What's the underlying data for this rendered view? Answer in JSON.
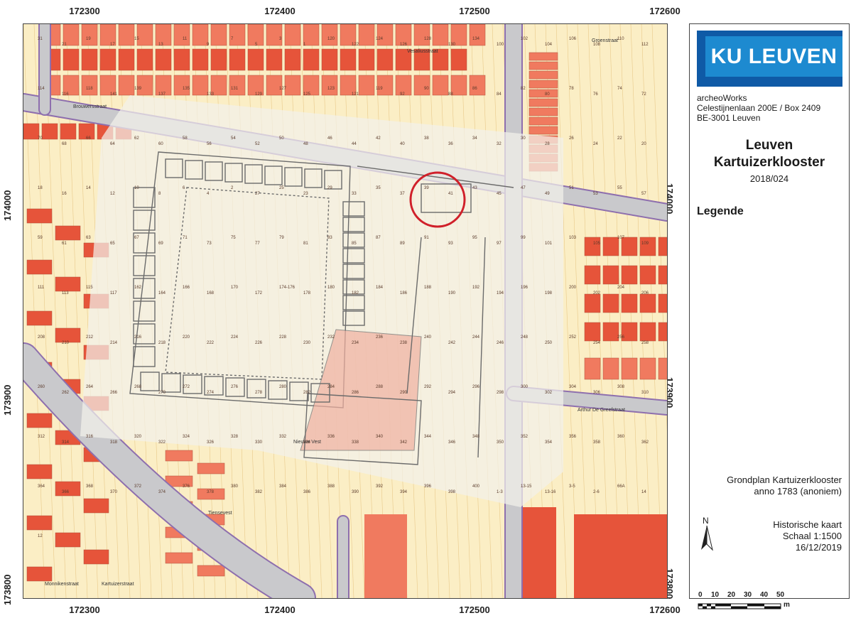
{
  "map": {
    "x_ticks": [
      "172300",
      "172400",
      "172500",
      "172600"
    ],
    "y_ticks": [
      "174000",
      "173900",
      "173800"
    ],
    "colors": {
      "parcel_bg": "#fbeec5",
      "building": "#f07a5f",
      "building_dark": "#e6543a",
      "road": "#c9c9cc",
      "road_edge": "#8e6fae",
      "overlay": "#f3f1ea",
      "plan_line": "#6b6b6b",
      "highlight_circle": "#d0202a"
    },
    "street_labels": [
      "Vesaliusstraat",
      "Brouwersstraat",
      "Groenstraat",
      "Kartuizerstraat",
      "Monnikenstraat",
      "Nieuwe Vest",
      "Tiensevest",
      "Arthur De Greefstraat"
    ],
    "parcel_numbers": [
      "31",
      "21",
      "19",
      "17",
      "15",
      "13",
      "11",
      "9",
      "7",
      "5",
      "3",
      "1",
      "120",
      "122",
      "124",
      "126",
      "128",
      "130",
      "134",
      "100",
      "102",
      "104",
      "106",
      "108",
      "110",
      "112",
      "114",
      "116",
      "118",
      "141",
      "139",
      "137",
      "135",
      "133",
      "131",
      "129",
      "127",
      "125",
      "123",
      "121",
      "119",
      "92",
      "90",
      "88",
      "86",
      "84",
      "82",
      "80",
      "78",
      "76",
      "74",
      "72",
      "70",
      "68",
      "66",
      "64",
      "62",
      "60",
      "58",
      "56",
      "54",
      "52",
      "50",
      "48",
      "46",
      "44",
      "42",
      "40",
      "38",
      "36",
      "34",
      "32",
      "30",
      "28",
      "26",
      "24",
      "22",
      "20",
      "18",
      "16",
      "14",
      "12",
      "10",
      "8",
      "6",
      "4",
      "2",
      "27",
      "25",
      "23",
      "29",
      "33",
      "35",
      "37",
      "39",
      "41",
      "43",
      "45",
      "47",
      "49",
      "51",
      "53",
      "55",
      "57",
      "59",
      "61",
      "63",
      "65",
      "67",
      "69",
      "71",
      "73",
      "75",
      "77",
      "79",
      "81",
      "83",
      "85",
      "87",
      "89",
      "91",
      "93",
      "95",
      "97",
      "99",
      "101",
      "103",
      "105",
      "107",
      "109",
      "111",
      "113",
      "115",
      "117",
      "162",
      "164",
      "166",
      "168",
      "170",
      "172",
      "174-176",
      "178",
      "180",
      "182",
      "184",
      "186",
      "188",
      "190",
      "192",
      "194",
      "196",
      "198",
      "200",
      "202",
      "204",
      "206",
      "208",
      "210",
      "212",
      "214",
      "216",
      "218",
      "220",
      "222",
      "224",
      "226",
      "228",
      "230",
      "232",
      "234",
      "236",
      "238",
      "240",
      "242",
      "244",
      "246",
      "248",
      "250",
      "252",
      "254",
      "256",
      "258",
      "260",
      "262",
      "264",
      "266",
      "268",
      "270",
      "272",
      "274",
      "276",
      "278",
      "280",
      "282",
      "284",
      "286",
      "288",
      "290",
      "292",
      "294",
      "296",
      "298",
      "300",
      "302",
      "304",
      "306",
      "308",
      "310",
      "312",
      "314",
      "316",
      "318",
      "320",
      "322",
      "324",
      "326",
      "328",
      "330",
      "332",
      "334",
      "336",
      "338",
      "340",
      "342",
      "344",
      "346",
      "348",
      "350",
      "352",
      "354",
      "356",
      "358",
      "360",
      "362",
      "364",
      "366",
      "368",
      "370",
      "372",
      "374",
      "376",
      "378",
      "380",
      "382",
      "384",
      "386",
      "388",
      "390",
      "392",
      "394",
      "396",
      "398",
      "400",
      "1-3",
      "13-15",
      "13-16",
      "3-5",
      "2-6",
      "66A",
      "14",
      "12"
    ]
  },
  "panel": {
    "logo": "KU LEUVEN",
    "org": "archeoWorks",
    "address_1": "Celestijnenlaan 200E / Box 2409",
    "address_2": "BE-3001 Leuven",
    "title_1": "Leuven",
    "title_2": "Kartuizerklooster",
    "reference": "2018/024",
    "legend_title": "Legende",
    "plan_desc_1": "Grondplan Kartuizerklooster",
    "plan_desc_2": "anno 1783 (anoniem)",
    "map_type": "Historische kaart",
    "scale": "Schaal  1:1500",
    "date": "16/12/2019",
    "north_label": "N",
    "scalebar_labels": [
      "0",
      "10",
      "20",
      "30",
      "40",
      "50"
    ],
    "scalebar_unit": "m"
  }
}
